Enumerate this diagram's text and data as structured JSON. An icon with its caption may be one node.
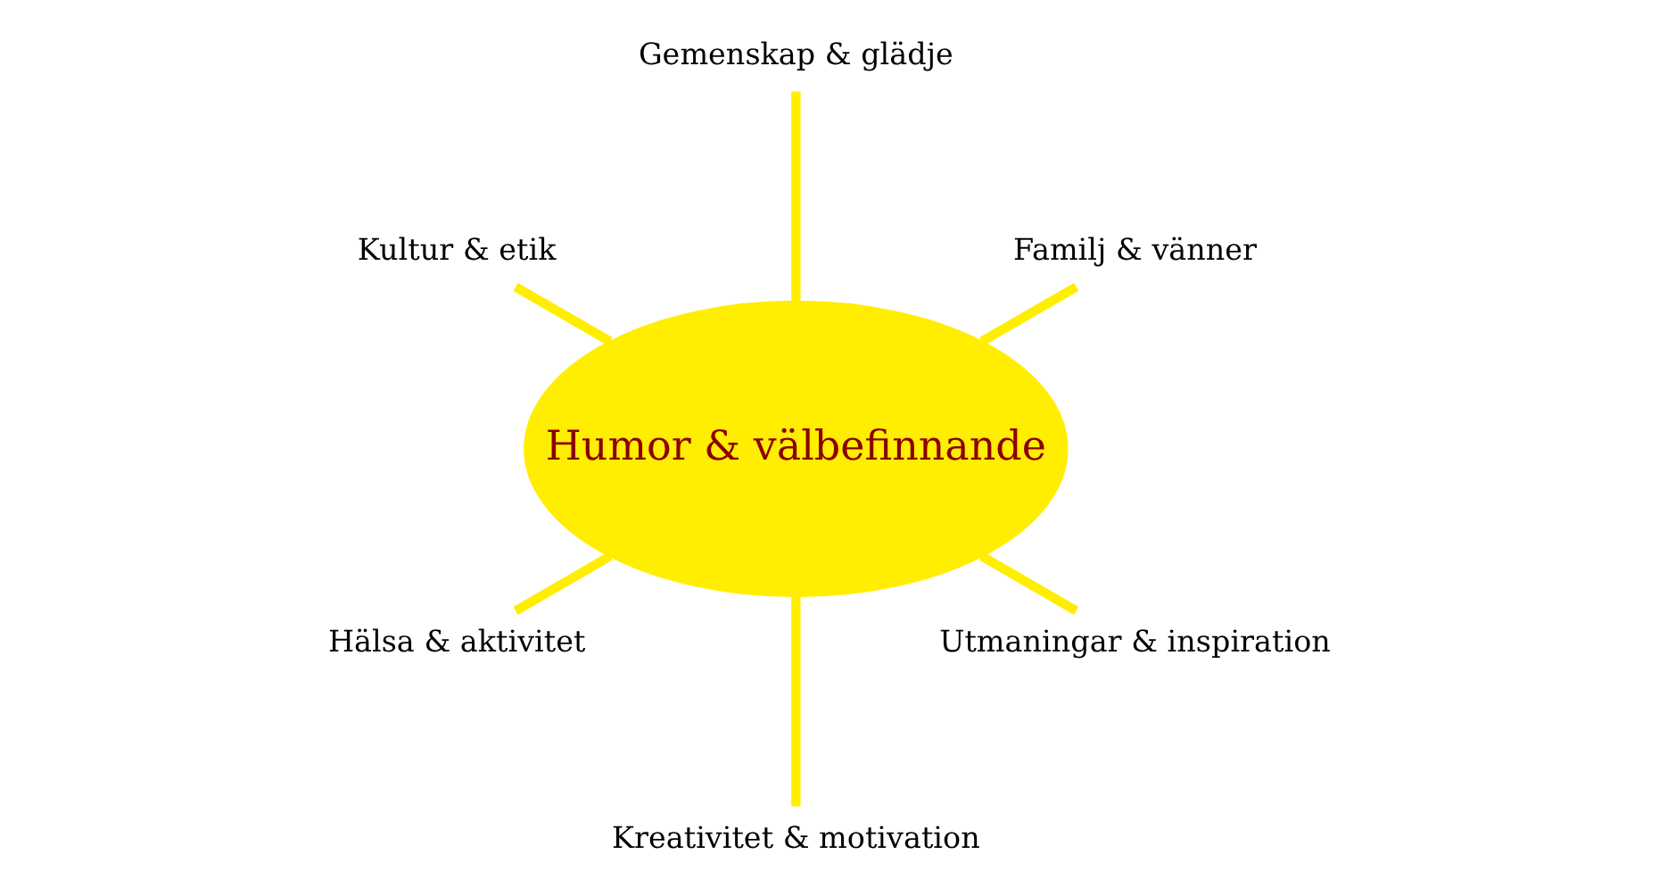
{
  "diagram": {
    "nodes": [
      {
        "text": [
          "Familj & vänner"
        ]
      },
      {
        "text": [
          "Gemenskap & glädje"
        ]
      },
      {
        "text": [
          "Kultur & etik"
        ]
      },
      {
        "text": [
          "Humor & välbefinnande"
        ]
      },
      {
        "text": [
          "Hälsa & aktivitet"
        ]
      },
      {
        "text": [
          "Kreativitet & motivation"
        ]
      },
      {
        "text": [
          "Utmaningar & inspiration"
        ]
      }
    ],
    "edges": [
      {
        "from": 3,
        "to": 0,
        "arrow": "none"
      },
      {
        "from": 3,
        "to": 1,
        "arrow": "none"
      },
      {
        "from": 3,
        "to": 2,
        "arrow": "none"
      },
      {
        "from": 3,
        "to": 4,
        "arrow": "none"
      },
      {
        "from": 3,
        "to": 5,
        "arrow": "none"
      },
      {
        "from": 3,
        "to": 6,
        "arrow": "none"
      }
    ]
  }
}
